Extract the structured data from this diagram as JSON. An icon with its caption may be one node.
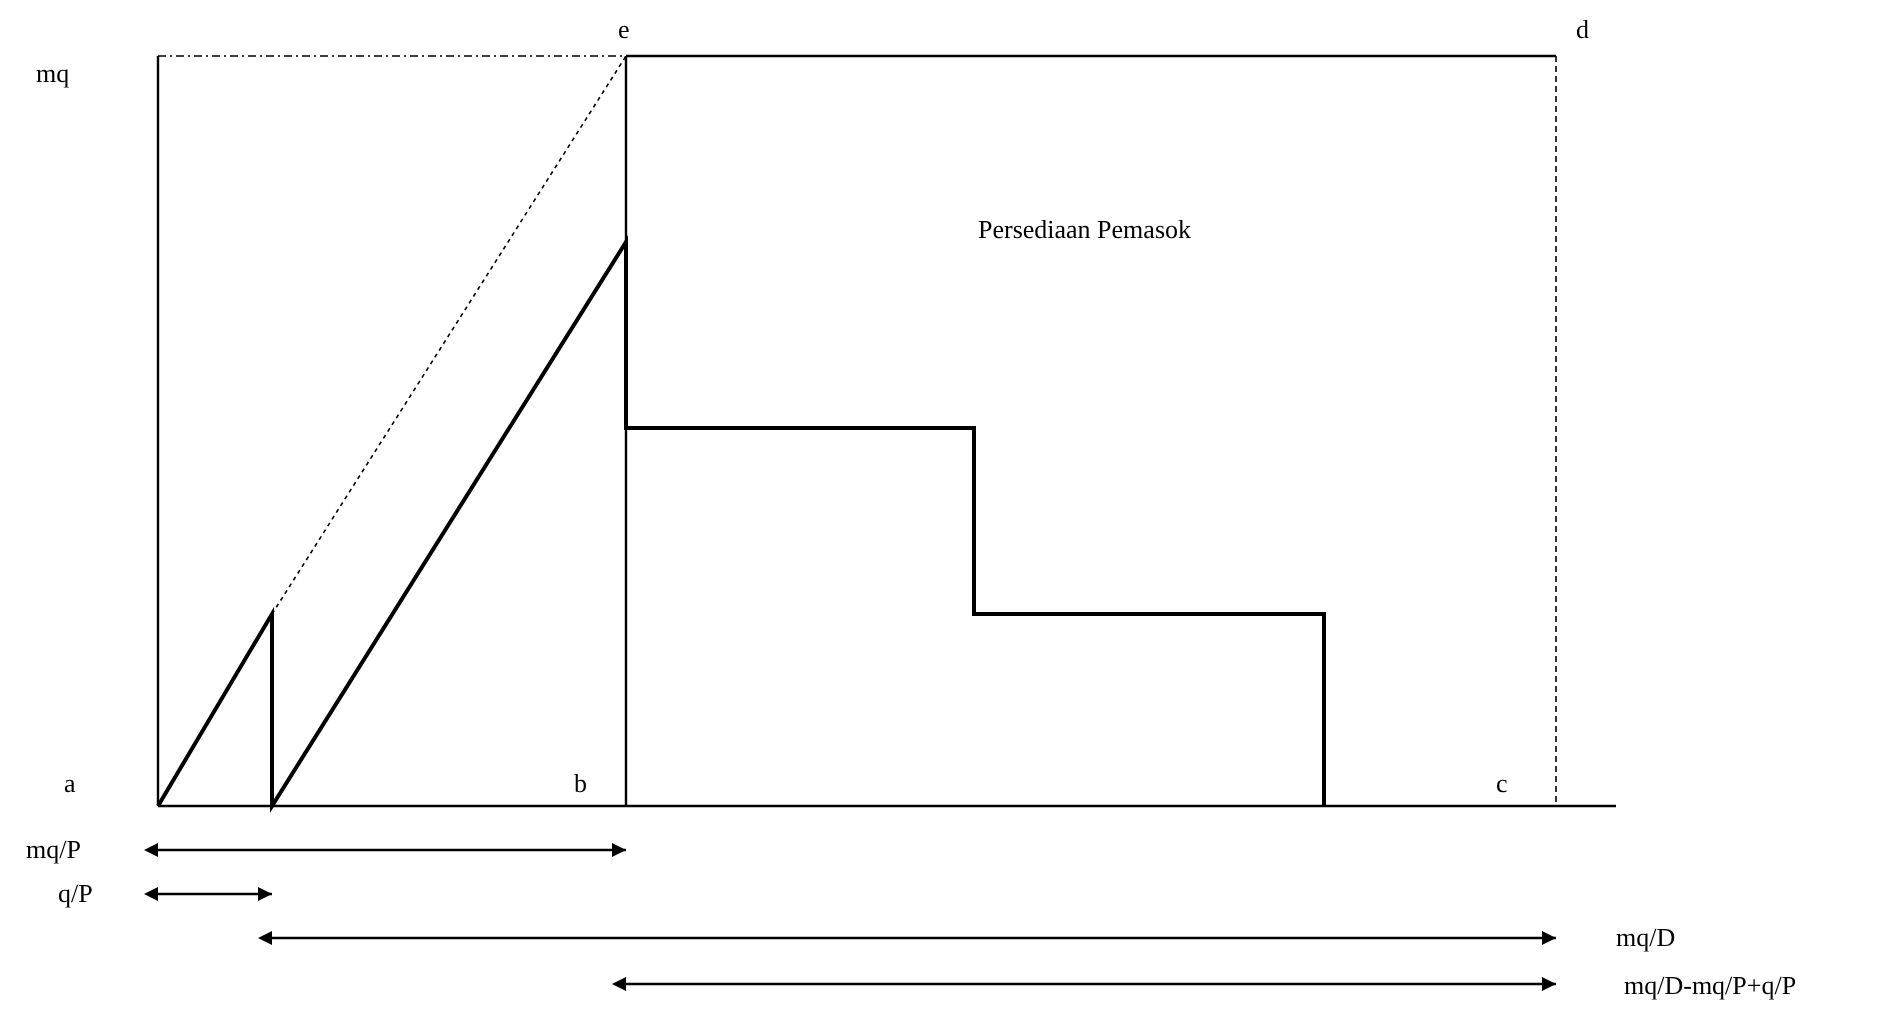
{
  "diagram": {
    "labels": [
      "mq",
      "e",
      "d",
      "Persediaan Pemasok",
      "a",
      "b",
      "c",
      "mq/P",
      "q/P",
      "mq/D",
      "mq/D-mq/P+q/P"
    ]
  }
}
